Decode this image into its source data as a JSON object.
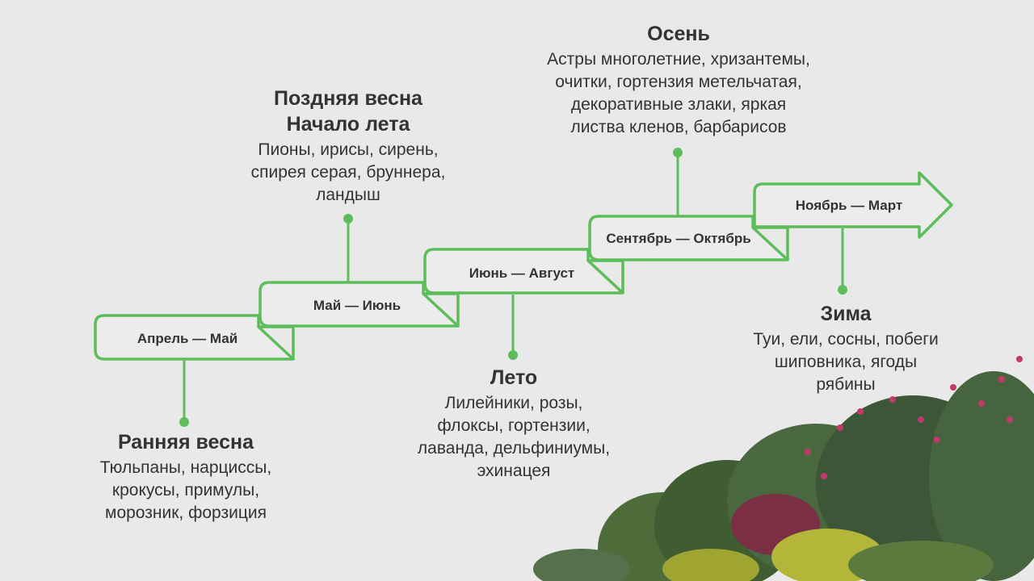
{
  "colors": {
    "background": "#e9e9e9",
    "accent": "#5cbd5a",
    "text": "#333333",
    "shape_fill": "#ececec"
  },
  "stages": [
    {
      "label": "Апрель — Май"
    },
    {
      "label": "Май — Июнь"
    },
    {
      "label": "Июнь — Август"
    },
    {
      "label": "Сентябрь — Октябрь"
    },
    {
      "label": "Ноябрь — Март"
    }
  ],
  "seasons": [
    {
      "title": "Ранняя весна",
      "plants": "Тюльпаны, нарциссы,\nкрокусы, примулы,\nморозник, форзиция"
    },
    {
      "title": "Поздняя весна\nНачало лета",
      "plants": "Пионы, ирисы, сирень,\nспирея серая, бруннера,\nландыш"
    },
    {
      "title": "Лето",
      "plants": "Лилейники, розы,\nфлоксы, гортензии,\nлаванда, дельфиниумы,\nэхинацея"
    },
    {
      "title": "Осень",
      "plants": "Астры многолетние, хризантемы,\nочитки, гортензия метельчатая,\nдекоративные злаки, яркая\nлиства кленов, барбарисов"
    },
    {
      "title": "Зима",
      "plants": "Туи, ели, сосны, побеги\nшиповника, ягоды\nрябины"
    }
  ],
  "decoration": {
    "icon": "shrubs-illustration"
  }
}
